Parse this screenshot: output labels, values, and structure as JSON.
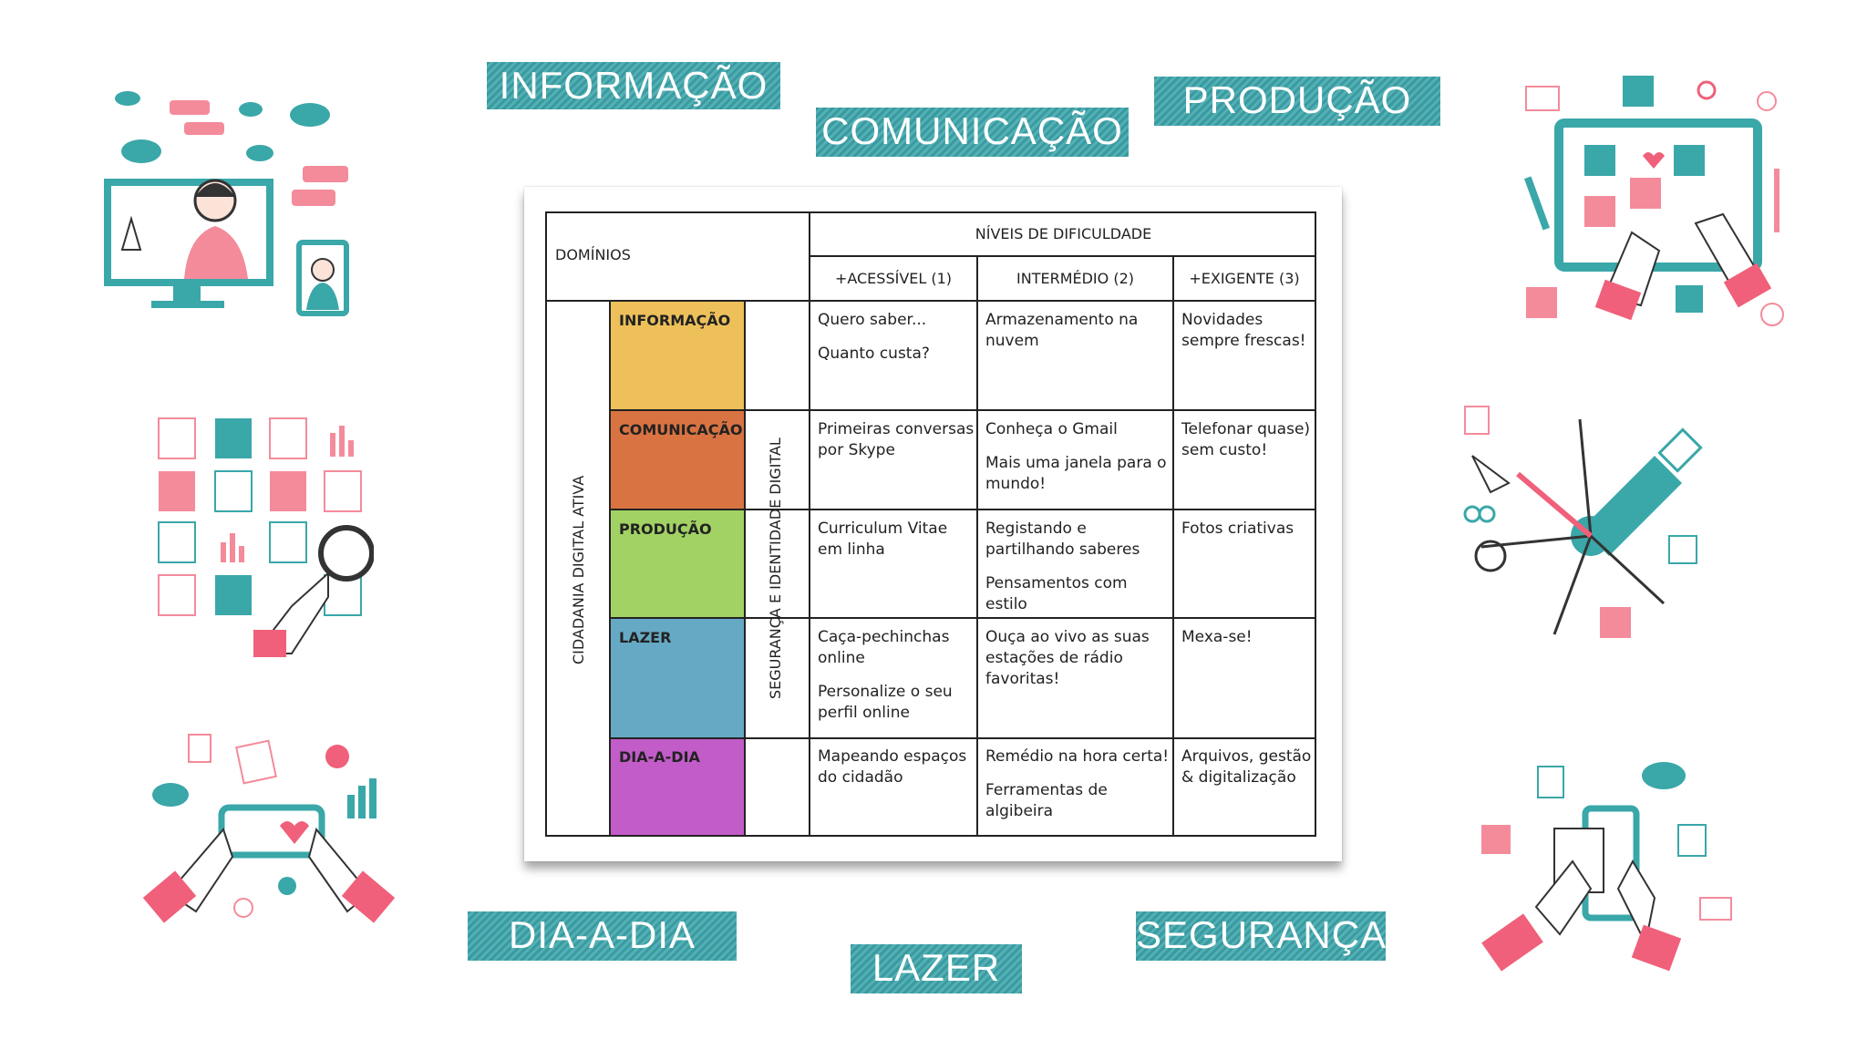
{
  "labels": {
    "informacao": "INFORMAÇÃO",
    "comunicacao": "COMUNICAÇÃO",
    "producao": "PRODUÇÃO",
    "dia_a_dia": "DIA-A-DIA",
    "lazer": "LAZER",
    "seguranca": "SEGURANÇA"
  },
  "table": {
    "dominios": "DOMÍNIOS",
    "niveis": "NÍVEIS DE DIFICULDADE",
    "levels": [
      "+ACESSÍVEL (1)",
      "INTERMÉDIO (2)",
      "+EXIGENTE (3)"
    ],
    "left_vertical": "CIDADANIA DIGITAL ATIVA",
    "right_vertical": "SEGURANÇA E IDENTIDADE DIGITAL",
    "rows": [
      {
        "domain": "INFORMAÇÃO",
        "color": "#edc05a",
        "cells": [
          [
            "Quero saber...",
            "Quanto custa?"
          ],
          [
            "Armazenamento na nuvem"
          ],
          [
            "Novidades sempre frescas!"
          ]
        ]
      },
      {
        "domain": "COMUNICAÇÃO",
        "color": "#d97342",
        "cells": [
          [
            "Primeiras conversas por Skype"
          ],
          [
            "Conheça o Gmail",
            "Mais uma janela para o mundo!"
          ],
          [
            "Telefonar quase) sem custo!"
          ]
        ]
      },
      {
        "domain": "PRODUÇÃO",
        "color": "#a2d264",
        "cells": [
          [
            "Curriculum Vitae em linha"
          ],
          [
            "Registando e partilhando saberes",
            "Pensamentos com estilo"
          ],
          [
            "Fotos criativas"
          ]
        ]
      },
      {
        "domain": "LAZER",
        "color": "#66a9c4",
        "cells": [
          [
            "Caça-pechinchas online",
            "Personalize o seu perfil online"
          ],
          [
            "Ouça ao vivo as suas estações de rádio favoritas!"
          ],
          [
            "Mexa-se!"
          ]
        ]
      },
      {
        "domain": "DIA-A-DIA",
        "color": "#c25cc8",
        "cells": [
          [
            "Mapeando espaços do cidadão"
          ],
          [
            "Remédio na hora certa!",
            "Ferramentas de algibeira"
          ],
          [
            "Arquivos, gestão & digitalização"
          ]
        ]
      }
    ]
  },
  "colors": {
    "teal": "#3aa7a9",
    "pink": "#f0607a",
    "label_bg": "#3a9aa0"
  },
  "icons": [
    "computer-chat-illustration",
    "documents-magnifier-illustration",
    "smartphone-hands-illustration",
    "tablet-photos-illustration",
    "usb-tools-illustration",
    "phone-document-illustration"
  ]
}
